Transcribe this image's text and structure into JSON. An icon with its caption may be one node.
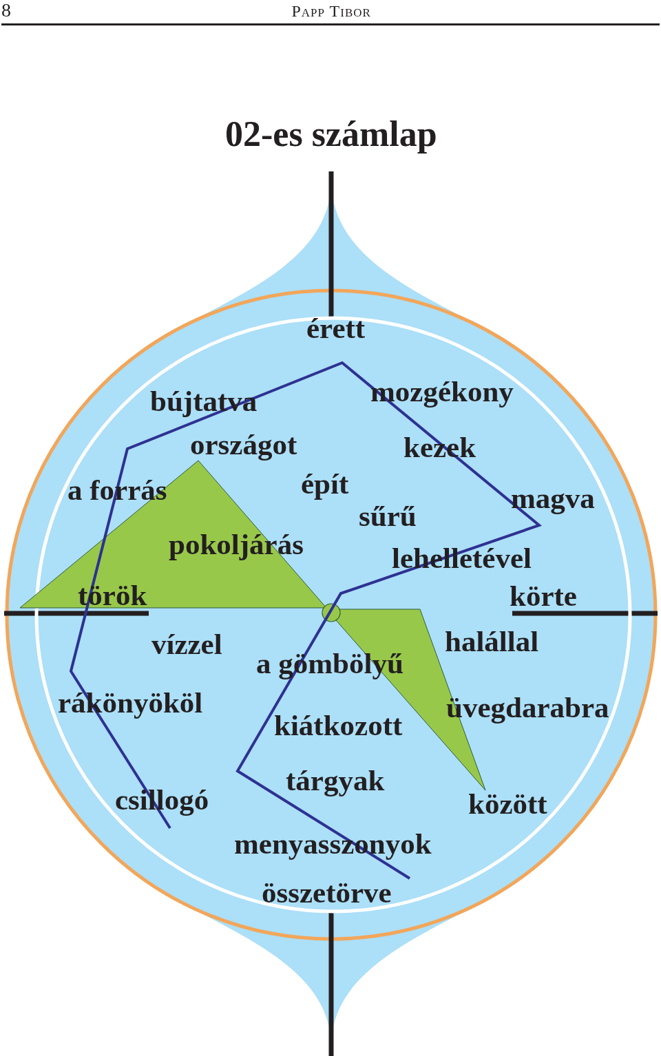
{
  "diagram": {
    "title": "02-es számlap",
    "labels": [
      "8",
      "Papp Tibor",
      "érett",
      "bújtatva",
      "mozgékony",
      "országot",
      "kezek",
      "a forrás",
      "épít",
      "magva",
      "sűrű",
      "pokoljárás",
      "lehelletével",
      "török",
      "körte",
      "vízzel",
      "halállal",
      "a gömbölyű",
      "rákönyököl",
      "üvegdarabra",
      "kiátkozott",
      "tárgyak",
      "csillogó",
      "között",
      "menyasszonyok",
      "összetörve"
    ]
  }
}
